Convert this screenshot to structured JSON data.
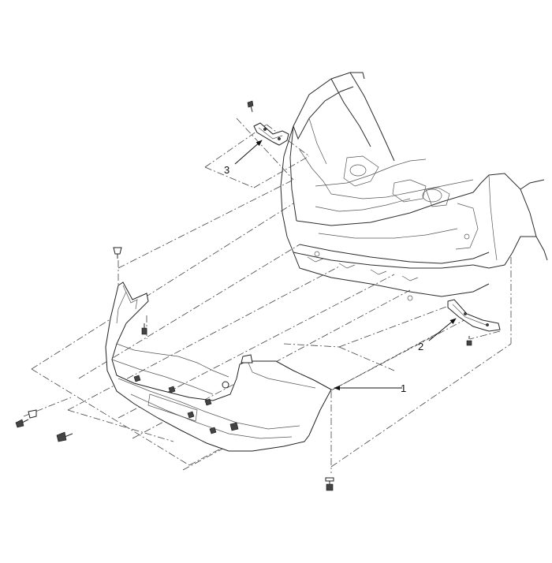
{
  "callouts": [
    {
      "id": "1",
      "label": "1"
    },
    {
      "id": "2",
      "label": "2"
    },
    {
      "id": "3",
      "label": "3"
    }
  ],
  "colors": {
    "line": "#2b2b2b",
    "background": "#ffffff"
  }
}
